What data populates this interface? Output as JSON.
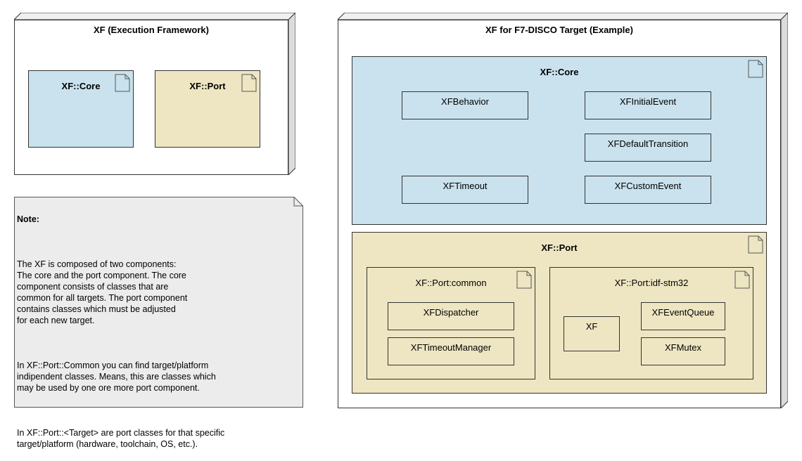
{
  "left_node": {
    "title": "XF (Execution Framework)",
    "core_label": "XF::Core",
    "port_label": "XF::Port"
  },
  "note": {
    "heading": "Note:",
    "paragraphs": [
      "The XF is composed of two components:\nThe core and the port component. The core\ncomponent consists of classes that are\ncommon for all targets. The port component\ncontains classes which must be adjusted\nfor each new target.",
      "In XF::Port::Common you can find target/platform\nindipendent classes. Means, this are classes which\nmay be used by one ore more port component.",
      "In XF::Port::<Target> are port classes for that specific\ntarget/platform (hardware, toolchain, OS, etc.)."
    ]
  },
  "right_node": {
    "title": "XF for F7-DISCO Target (Example)",
    "core": {
      "title": "XF::Core",
      "classes": [
        "XFBehavior",
        "XFInitialEvent",
        "XFDefaultTransition",
        "XFTimeout",
        "XFCustomEvent"
      ]
    },
    "port": {
      "title": "XF::Port",
      "common": {
        "title": "XF::Port:common",
        "classes": [
          "XFDispatcher",
          "XFTimeoutManager"
        ]
      },
      "idf": {
        "title": "XF::Port:idf-stm32",
        "classes": [
          "XF",
          "XFEventQueue",
          "XFMutex"
        ]
      }
    }
  },
  "colors": {
    "core_fill": "#c9e2ee",
    "port_fill": "#eee6c2",
    "note_fill": "#ececec",
    "node_depth_fill": "#dcdcdc"
  },
  "icons": [
    "document-icon"
  ]
}
